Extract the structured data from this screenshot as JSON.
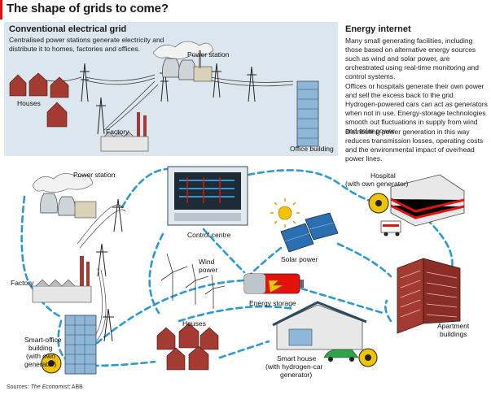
{
  "header": {
    "title": "The shape of grids to come?"
  },
  "conventional": {
    "heading": "Conventional electrical grid",
    "description": "Centralised power stations generate electricity and  distribute it to homes, factories and offices.",
    "labels": {
      "power_station": "Power station",
      "houses": "Houses",
      "factory": "Factory",
      "office_building": "Office building"
    }
  },
  "internet": {
    "heading": "Energy internet",
    "paragraphs": [
      "Many small generating facilities, including those based on alternative energy sources such as wind and solar power, are orchestrated using real-time monitoring and control systems.",
      "Offices or hospitals generate their own power and sell the excess back to the grid. Hydrogen-powered cars can act as generators when not in use. Energy-storage technologies smooth out fluctuations in supply from wind and solar power.",
      "Distributing power generation in this way reduces transmission losses, operating costs and the environmental impact of overhead power lines."
    ],
    "labels": {
      "power_station": "Power station",
      "control_centre": "Control centre",
      "hospital": "Hospital",
      "hospital_sub": "(with own generator)",
      "factory": "Factory",
      "wind_power_1": "Wind",
      "wind_power_2": "power",
      "solar_power": "Solar power",
      "energy_storage": "Energy storage",
      "houses": "Houses",
      "smart_office_1": "Smart-office",
      "smart_office_2": "building",
      "smart_office_3": "(with own",
      "smart_office_4": "generator)",
      "apartment_1": "Apartment",
      "apartment_2": "buildings",
      "smart_house_1": "Smart house",
      "smart_house_2": "(with hydrogen-car",
      "smart_house_3": "generator)"
    }
  },
  "source": {
    "prefix": "Sources: ",
    "publication": "The Economist",
    "suffix": "; ABB"
  },
  "colors": {
    "accent": "#e3120b",
    "panel": "#dce6ee",
    "grid_line": "#2a9ad6",
    "brick": "#a33b32",
    "sky_glass": "#8fb6d6"
  }
}
